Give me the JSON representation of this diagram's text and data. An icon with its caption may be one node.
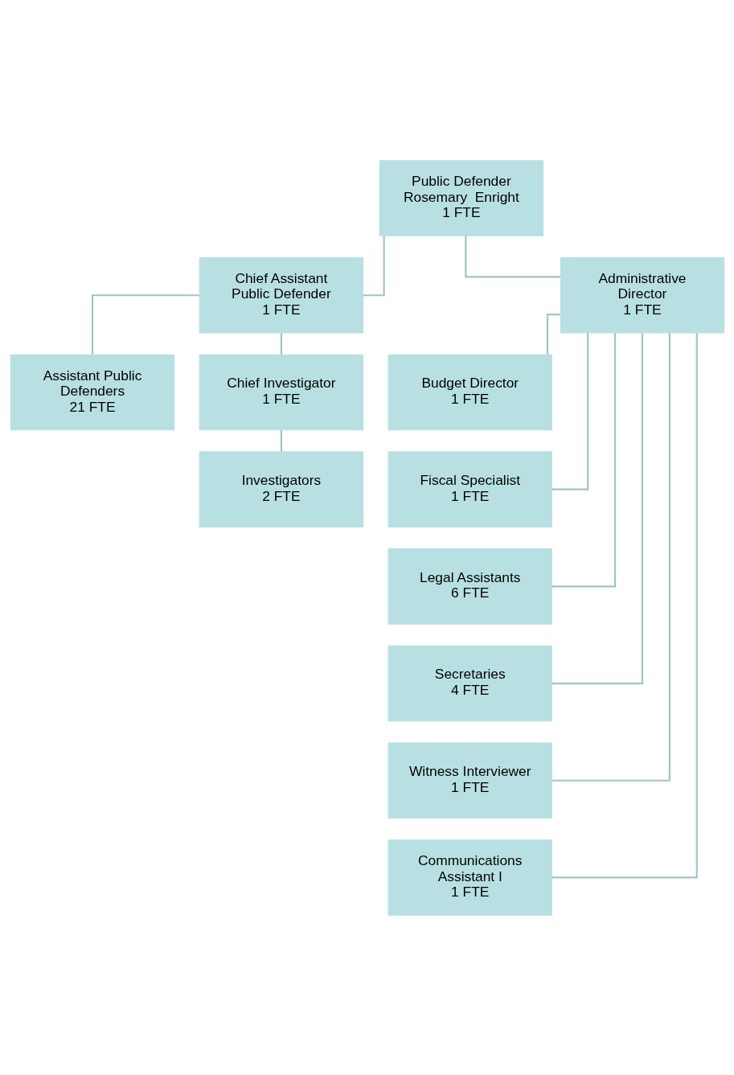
{
  "diagram": {
    "nodes": [
      {
        "text": [
          "Public Defender",
          "Rosemary  Enright",
          "1 FTE"
        ]
      },
      {
        "text": [
          "Chief Assistant Public Defender",
          "1 FTE"
        ]
      },
      {
        "text": [
          "Administrative Director",
          "1 FTE"
        ]
      },
      {
        "text": [
          "Assistant Public Defenders",
          "21 FTE"
        ]
      },
      {
        "text": [
          "Chief Investigator",
          "1 FTE"
        ]
      },
      {
        "text": [
          "Investigators",
          "2 FTE"
        ]
      },
      {
        "text": [
          "Budget Director",
          "1 FTE"
        ]
      },
      {
        "text": [
          "Fiscal Specialist",
          "1 FTE"
        ]
      },
      {
        "text": [
          "Legal Assistants",
          "6 FTE"
        ]
      },
      {
        "text": [
          "Secretaries",
          "4 FTE"
        ]
      },
      {
        "text": [
          "Witness Interviewer",
          "1 FTE"
        ]
      },
      {
        "text": [
          "Communications Assistant I",
          "1 FTE"
        ]
      }
    ],
    "edges": [
      {
        "from": 0,
        "to": 1,
        "arrow": "none"
      },
      {
        "from": 0,
        "to": 2,
        "arrow": "none"
      },
      {
        "from": 1,
        "to": 3,
        "arrow": "none"
      },
      {
        "from": 1,
        "to": 4,
        "arrow": "none"
      },
      {
        "from": 4,
        "to": 5,
        "arrow": "none"
      },
      {
        "from": 2,
        "to": 6,
        "arrow": "none"
      },
      {
        "from": 2,
        "to": 7,
        "arrow": "none"
      },
      {
        "from": 2,
        "to": 8,
        "arrow": "none"
      },
      {
        "from": 2,
        "to": 9,
        "arrow": "none"
      },
      {
        "from": 2,
        "to": 10,
        "arrow": "none"
      },
      {
        "from": 2,
        "to": 11,
        "arrow": "none"
      }
    ]
  }
}
